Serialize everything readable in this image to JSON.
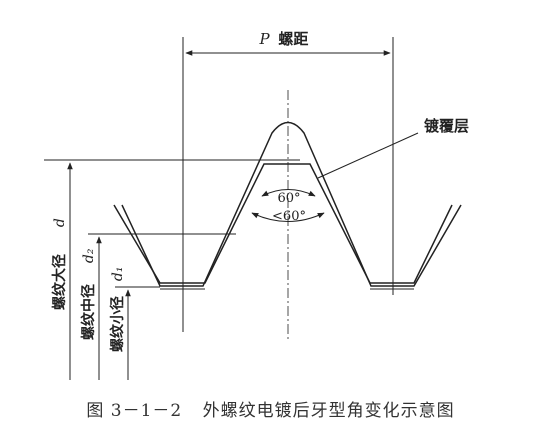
{
  "labels": {
    "pitch_symbol": "P",
    "pitch_text": "螺距",
    "coating": "镀覆层",
    "angle_original": "60°",
    "angle_reduced": "<60°",
    "major_diameter_text": "螺纹大径",
    "major_diameter_symbol": "d",
    "pitch_diameter_text": "螺纹中径",
    "pitch_diameter_symbol": "d₂",
    "minor_diameter_text": "螺纹小径",
    "minor_diameter_symbol": "d₁"
  },
  "caption": {
    "number": "图 3－1－2",
    "title": "外螺纹电镀后牙型角变化示意图"
  }
}
